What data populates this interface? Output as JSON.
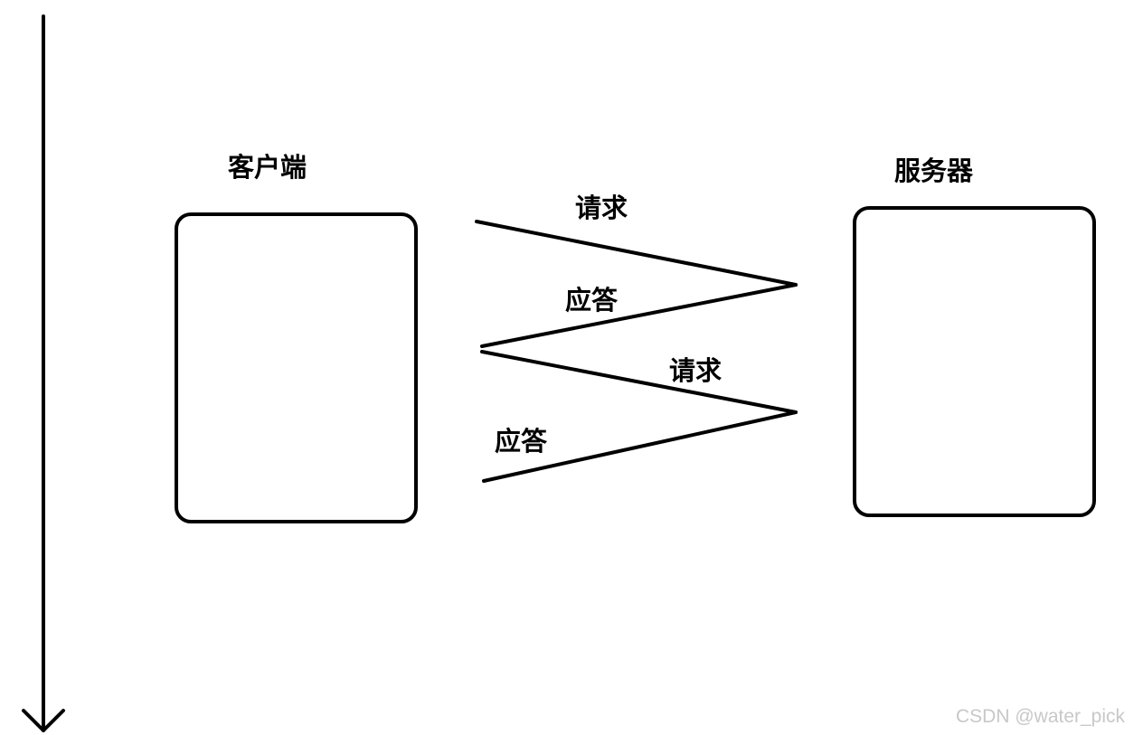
{
  "labels": {
    "client": "客户端",
    "server": "服务器",
    "request_1": "请求",
    "response_1": "应答",
    "request_2": "请求",
    "response_2": "应答"
  },
  "watermark": "CSDN @water_pick"
}
